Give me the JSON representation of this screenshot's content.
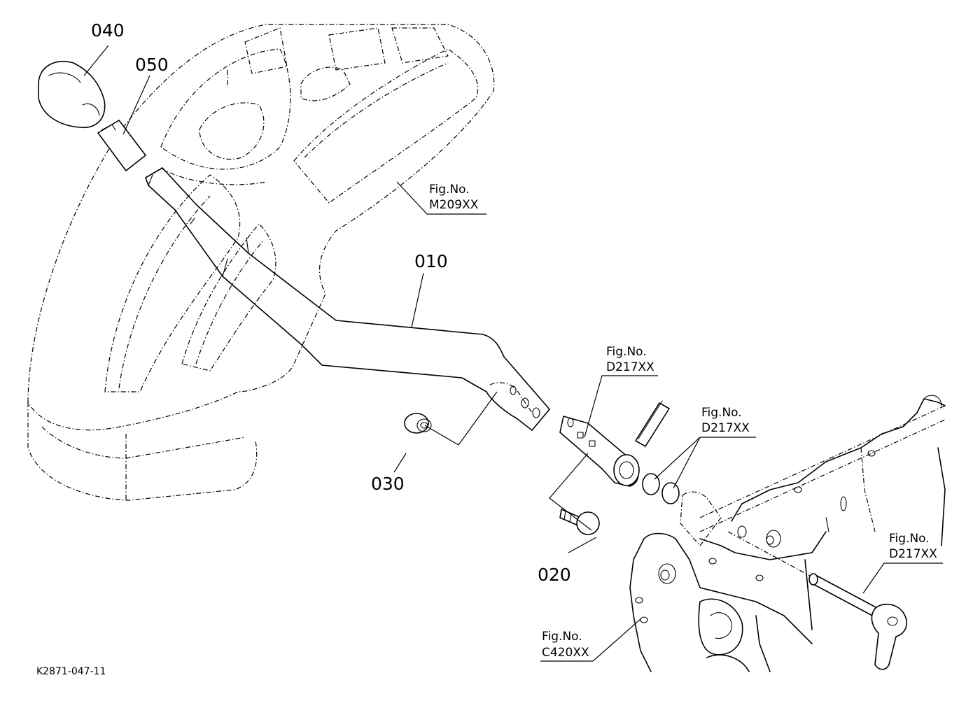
{
  "callouts": {
    "p040": "040",
    "p050": "050",
    "p010": "010",
    "p030": "030",
    "p020": "020"
  },
  "refs": {
    "m209": {
      "line1": "Fig.No.",
      "line2": "M209XX"
    },
    "d217_a": {
      "line1": "Fig.No.",
      "line2": "D217XX"
    },
    "d217_b": {
      "line1": "Fig.No.",
      "line2": "D217XX"
    },
    "d217_c": {
      "line1": "Fig.No.",
      "line2": "D217XX"
    },
    "c420": {
      "line1": "Fig.No.",
      "line2": "C420XX"
    }
  },
  "drawing_code": "K2871-047-11",
  "colors": {
    "ink": "#000000",
    "paper": "#ffffff"
  }
}
